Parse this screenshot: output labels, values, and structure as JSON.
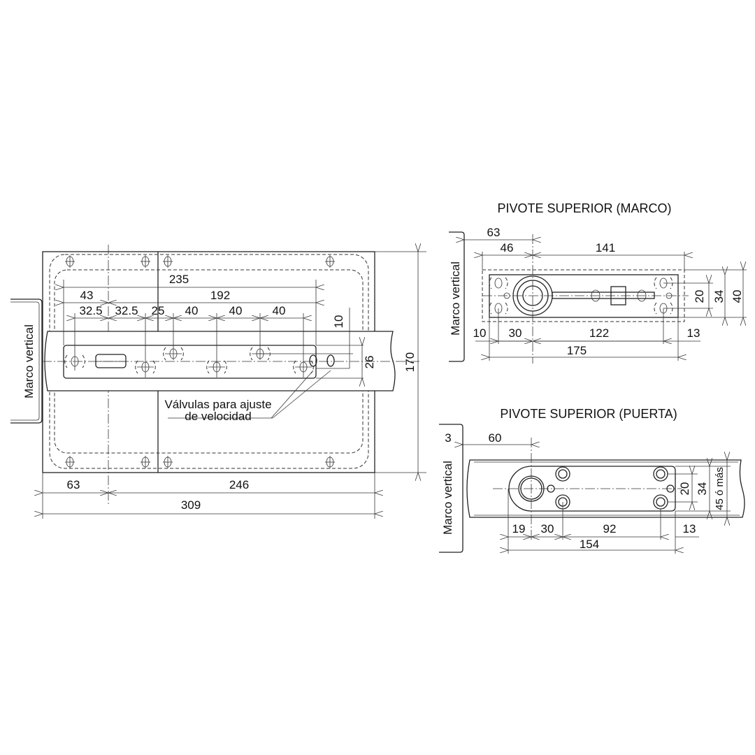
{
  "main_view": {
    "frame_label": "Marco vertical",
    "dims": {
      "d235": "235",
      "d43": "43",
      "d192": "192",
      "row": [
        "32.5",
        "32.5",
        "25",
        "40",
        "40",
        "40"
      ],
      "d10": "10",
      "d26": "26",
      "d170": "170",
      "d63": "63",
      "d246": "246",
      "d309": "309"
    },
    "note_line1": "Válvulas para ajuste",
    "note_line2": "de velocidad"
  },
  "pivot_frame": {
    "title": "PIVOTE SUPERIOR (MARCO)",
    "frame_label": "Marco vertical",
    "dims": {
      "d63": "63",
      "d46": "46",
      "d141": "141",
      "d10": "10",
      "d30": "30",
      "d122": "122",
      "d13": "13",
      "d175": "175",
      "d20": "20",
      "d34": "34",
      "d40": "40"
    }
  },
  "pivot_door": {
    "title": "PIVOTE SUPERIOR (PUERTA)",
    "frame_label": "Marco vertical",
    "dims": {
      "d3": "3",
      "d60": "60",
      "d19": "19",
      "d30": "30",
      "d92": "92",
      "d13": "13",
      "d154": "154",
      "d20": "20",
      "d34": "34",
      "d45": "45 ó más"
    }
  }
}
